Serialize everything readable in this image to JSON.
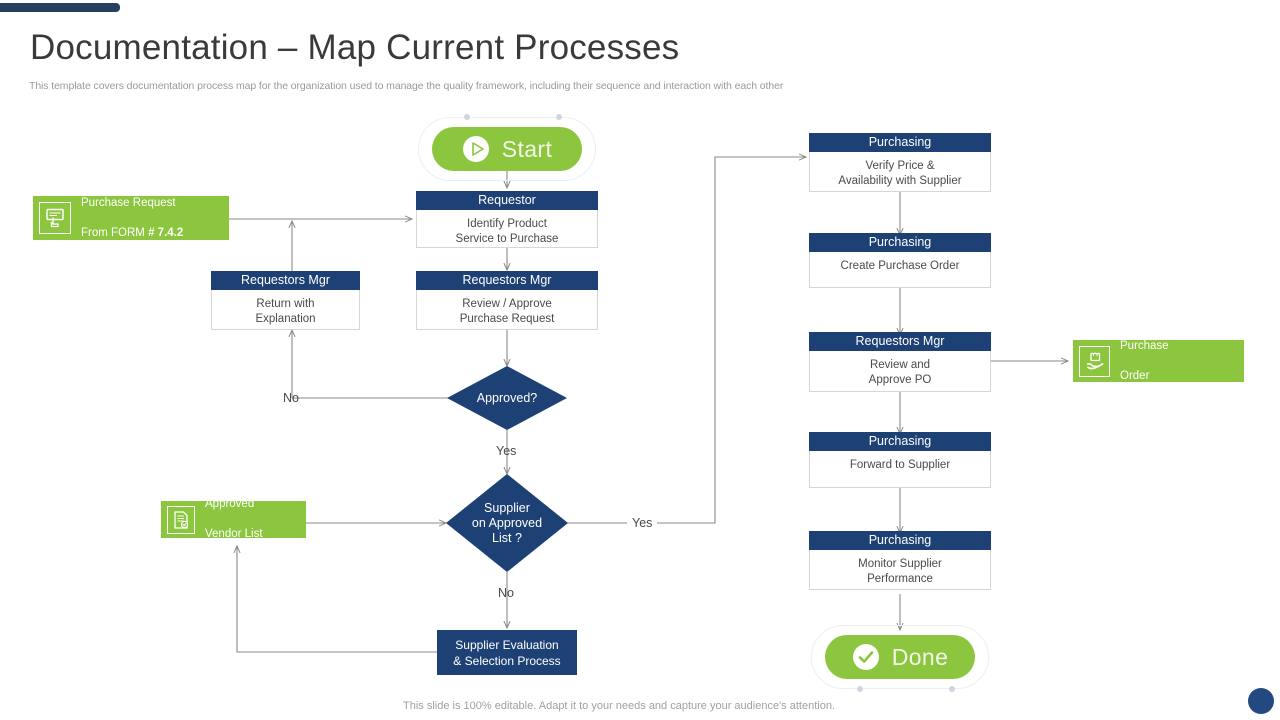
{
  "header": {
    "title": "Documentation – Map Current Processes",
    "subtitle": "This template covers documentation process map for the organization used to manage the quality framework, including their sequence and interaction with each other",
    "accent_color": "#26405f"
  },
  "footer": {
    "note": "This slide is 100% editable. Adapt it to your needs and capture your audience's attention."
  },
  "colors": {
    "navy": "#1e4175",
    "green": "#8cc63e",
    "connector": "#8a8a8a",
    "box_border": "#d6d6d6"
  },
  "terminators": {
    "start": {
      "label": "Start",
      "icon": "play-circle-icon"
    },
    "done": {
      "label": "Done",
      "icon": "check-circle-icon"
    }
  },
  "documents": [
    {
      "id": "purchase-request",
      "icon": "form-click-icon",
      "line1": "Purchase Request",
      "line2_prefix": "From FORM ",
      "line2_bold": "# 7.4.2"
    },
    {
      "id": "approved-vendor-list",
      "icon": "document-check-icon",
      "line1": "Approved",
      "line2": "Vendor List"
    },
    {
      "id": "purchase-order",
      "icon": "hand-bag-icon",
      "line1": "Purchase",
      "line2": "Order"
    }
  ],
  "process_boxes": [
    {
      "id": "identify-product",
      "role": "Requestor",
      "task": "Identify Product\nService to Purchase"
    },
    {
      "id": "return-with-explanation",
      "role": "Requestors Mgr",
      "task": "Return with\nExplanation"
    },
    {
      "id": "review-approve-request",
      "role": "Requestors Mgr",
      "task": "Review / Approve\nPurchase Request"
    },
    {
      "id": "verify-price",
      "role": "Purchasing",
      "task": "Verify Price &\nAvailability with Supplier"
    },
    {
      "id": "create-purchase-order",
      "role": "Purchasing",
      "task": "Create Purchase Order"
    },
    {
      "id": "review-approve-po",
      "role": "Requestors Mgr",
      "task": "Review and\nApprove PO"
    },
    {
      "id": "forward-to-supplier",
      "role": "Purchasing",
      "task": "Forward to Supplier"
    },
    {
      "id": "monitor-supplier",
      "role": "Purchasing",
      "task": "Monitor Supplier\nPerformance"
    }
  ],
  "decisions": [
    {
      "id": "approved",
      "label": "Approved?"
    },
    {
      "id": "supplier-on-list",
      "label": "Supplier\non Approved\nList ?"
    }
  ],
  "plain_boxes": [
    {
      "id": "supplier-evaluation",
      "label": "Supplier Evaluation\n& Selection Process"
    }
  ],
  "branch_labels": [
    {
      "id": "approved-no",
      "text": "No"
    },
    {
      "id": "approved-yes",
      "text": "Yes"
    },
    {
      "id": "supplier-no",
      "text": "No"
    },
    {
      "id": "supplier-yes",
      "text": "Yes"
    }
  ]
}
